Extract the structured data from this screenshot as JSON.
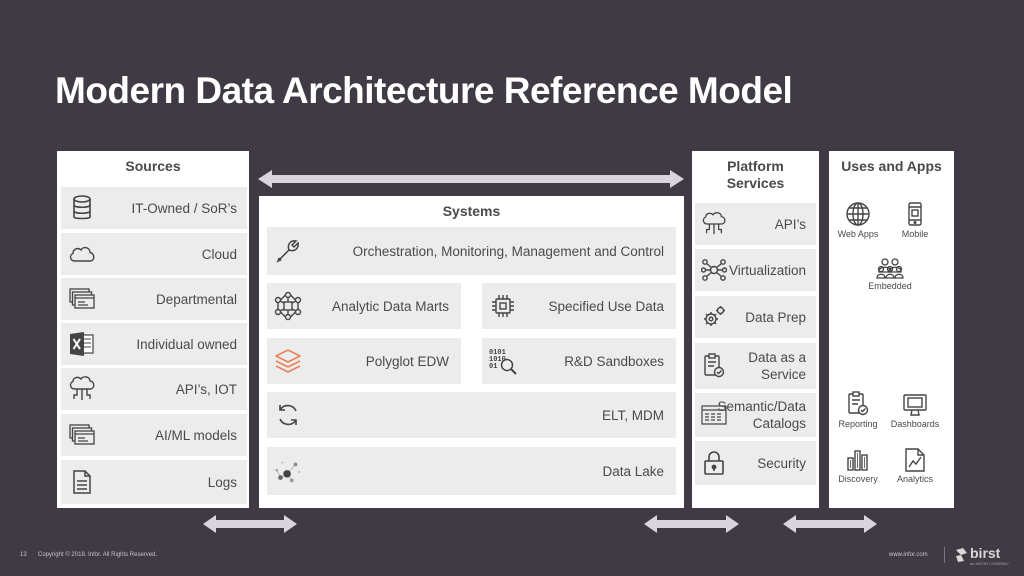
{
  "title": "Modern Data Architecture Reference Model",
  "sources": {
    "title": "Sources",
    "items": [
      {
        "label": "IT-Owned / SoR’s",
        "icon": "database-icon"
      },
      {
        "label": "Cloud",
        "icon": "cloud-icon"
      },
      {
        "label": "Departmental",
        "icon": "stacked-windows-icon"
      },
      {
        "label": "Individual owned",
        "icon": "excel-icon"
      },
      {
        "label": "API’s, IOT",
        "icon": "cloud-network-icon"
      },
      {
        "label": "AI/ML models",
        "icon": "stacked-windows-icon"
      },
      {
        "label": "Logs",
        "icon": "document-icon"
      }
    ]
  },
  "systems": {
    "title": "Systems",
    "orchestration": "Orchestration, Monitoring, Management and Control",
    "analytic_marts": "Analytic Data Marts",
    "specified_use": "Specified Use Data",
    "polyglot": "Polyglot EDW",
    "sandboxes": "R&D Sandboxes",
    "elt": "ELT, MDM",
    "lake": "Data Lake"
  },
  "platform": {
    "title_line1": "Platform",
    "title_line2": "Services",
    "apis": "API’s",
    "virtualization": "Virtualization",
    "data_prep": "Data Prep",
    "daas_line1": "Data as a",
    "daas_line2": "Service",
    "catalogs_line1": "Semantic/Data",
    "catalogs_line2": "Catalogs",
    "security": "Security"
  },
  "apps": {
    "title": "Uses and Apps",
    "web_apps": "Web Apps",
    "mobile": "Mobile",
    "embedded": "Embedded",
    "reporting": "Reporting",
    "dashboards": "Dashboards",
    "discovery": "Discovery",
    "analytics": "Analytics"
  },
  "footer": {
    "page_number": "13",
    "copyright": "Copyright © 2018. Infor. All Rights Reserved.",
    "url": "www.infor.com",
    "logo": "birst",
    "logo_sub": "an INFOR COMPANY"
  },
  "colors": {
    "background": "#3f3a43",
    "panel": "#ffffff",
    "row": "#ececec",
    "arrow": "#d9d5dc",
    "accent": "#e8825a",
    "icon": "#444444"
  }
}
